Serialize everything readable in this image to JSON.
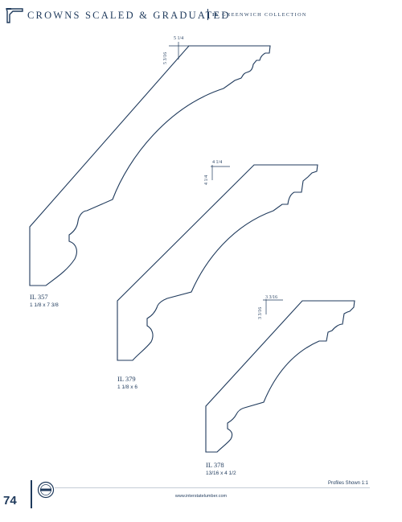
{
  "header": {
    "title": "CROWNS SCALED & GRADUATED",
    "collection_prefix": "IL",
    "collection_name": "GREENWICH COLLECTION",
    "icon": "crown-profile-icon"
  },
  "profiles": [
    {
      "code": "IL 357",
      "size": "1 1/8 x 7 3/8",
      "dim_width": "5 1/4",
      "dim_height": "5 3/16"
    },
    {
      "code": "IL 379",
      "size": "1 1/8 x 6",
      "dim_width": "4 1/4",
      "dim_height": "4 1/4"
    },
    {
      "code": "IL 378",
      "size": "13/16 x 4 1/2",
      "dim_width": "3 3/16",
      "dim_height": "3 3/16"
    }
  ],
  "footer": {
    "page_number": "74",
    "url": "www.interstatelumber.com",
    "scale_note": "Profiles Shown 1:1",
    "logo": "interstate-lumber-logo-icon"
  },
  "colors": {
    "ink": "#1f3a5c",
    "rule": "#c5ccd6"
  }
}
